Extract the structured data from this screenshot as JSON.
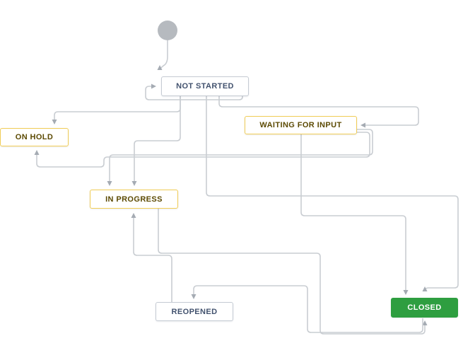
{
  "diagram": {
    "title": "issue workflow diagram",
    "type": "workflow-state-diagram",
    "colors": {
      "line": "#C9CDD2",
      "arrowhead": "#A5ABB3",
      "start_circle": "#B6BABF",
      "gray_node_border": "#C5CBD3",
      "gray_node_text": "#42526E",
      "yellow_node_border": "#F0CC55",
      "yellow_node_text": "#5C4A03",
      "green_node_bg": "#2E9E40",
      "green_node_text": "#FFFFFF",
      "background": "#FFFFFF"
    },
    "nodes": [
      {
        "id": "start",
        "kind": "start-circle",
        "label": "",
        "style": "circle"
      },
      {
        "id": "not-started",
        "label": "NOT STARTED",
        "style": "gray"
      },
      {
        "id": "on-hold",
        "label": "ON HOLD",
        "style": "yellow"
      },
      {
        "id": "waiting-for-input",
        "label": "WAITING FOR INPUT",
        "style": "yellow"
      },
      {
        "id": "in-progress",
        "label": "IN PROGRESS",
        "style": "yellow"
      },
      {
        "id": "reopened",
        "label": "REOPENED",
        "style": "gray"
      },
      {
        "id": "closed",
        "label": "CLOSED",
        "style": "green"
      }
    ],
    "edges": [
      {
        "from": "start",
        "to": "not-started"
      },
      {
        "from": "not-started",
        "to": "not-started",
        "note": "self-loop into left edge"
      },
      {
        "from": "not-started",
        "to": "on-hold"
      },
      {
        "from": "not-started",
        "to": "in-progress"
      },
      {
        "from": "not-started",
        "to": "waiting-for-input"
      },
      {
        "from": "not-started",
        "to": "closed"
      },
      {
        "from": "waiting-for-input",
        "to": "in-progress"
      },
      {
        "from": "waiting-for-input",
        "to": "on-hold"
      },
      {
        "from": "waiting-for-input",
        "to": "closed"
      },
      {
        "from": "in-progress",
        "to": "closed"
      },
      {
        "from": "closed",
        "to": "reopened"
      },
      {
        "from": "reopened",
        "to": "in-progress"
      }
    ]
  }
}
